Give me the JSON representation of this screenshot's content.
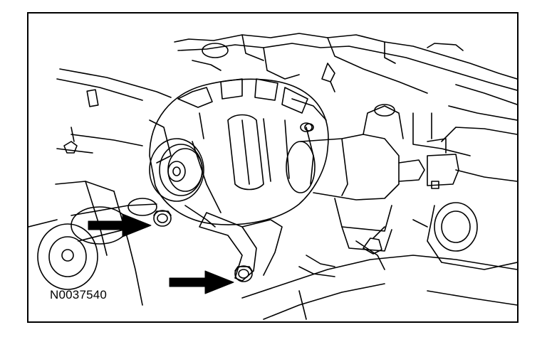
{
  "figure": {
    "id_label": "N0037540",
    "subject": "alternator-mounting-bolts",
    "callouts": [
      {
        "name": "upper-bolt-arrow",
        "points_to": "upper-alternator-bolt"
      },
      {
        "name": "lower-bolt-arrow",
        "points_to": "lower-alternator-bolt"
      }
    ],
    "colors": {
      "line": "#000000",
      "background": "#ffffff"
    }
  }
}
